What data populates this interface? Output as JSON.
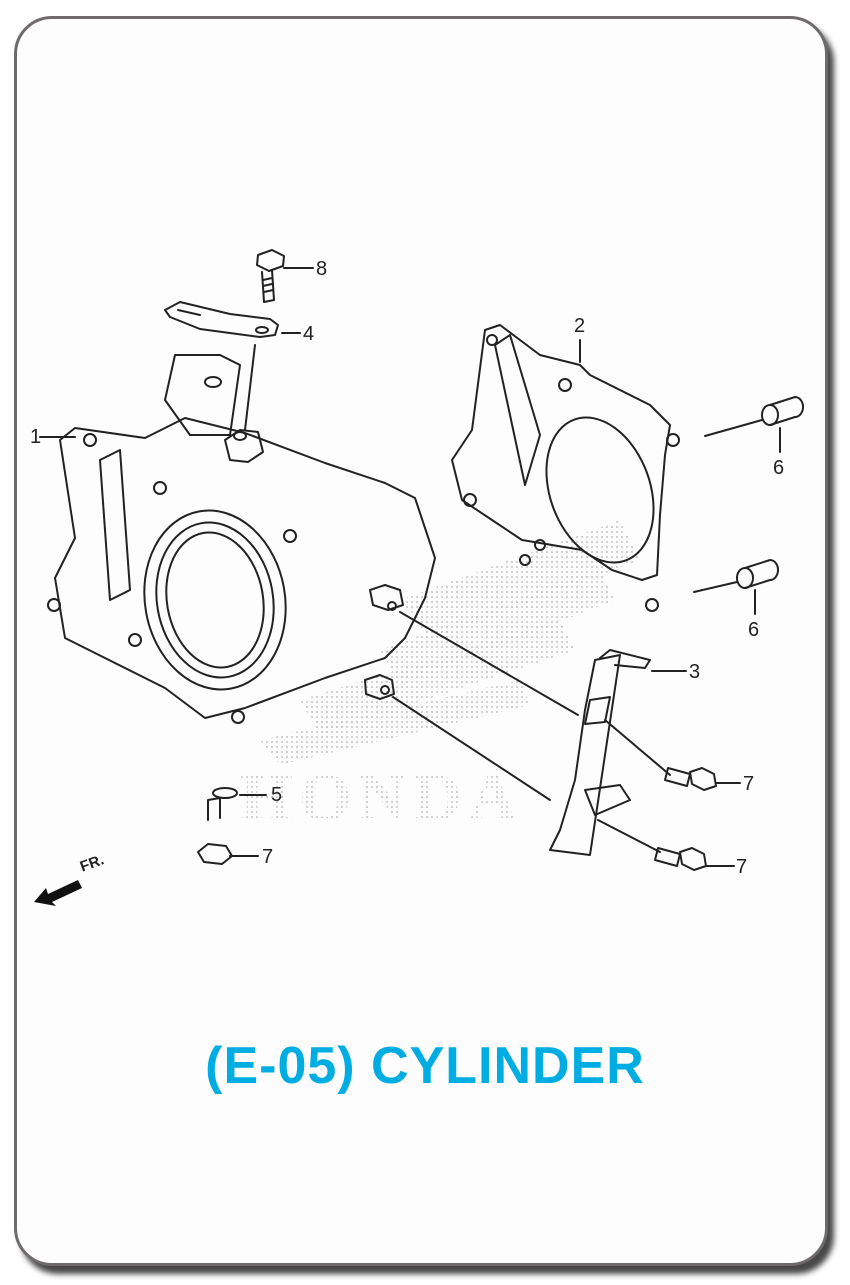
{
  "title": "(E-05) CYLINDER",
  "watermark": "HONDA",
  "direction_indicator": "FR.",
  "colors": {
    "title": "#00ade3",
    "border": "#6f6b6b",
    "shadow": "#3a3a3a",
    "line": "#222222"
  },
  "parts": [
    {
      "ref": "1",
      "name": "cylinder"
    },
    {
      "ref": "2",
      "name": "cylinder-gasket"
    },
    {
      "ref": "3",
      "name": "clip-stay"
    },
    {
      "ref": "4",
      "name": "bracket-plate"
    },
    {
      "ref": "5",
      "name": "washer"
    },
    {
      "ref": "6",
      "name": "dowel-pin"
    },
    {
      "ref": "7",
      "name": "flange-bolt"
    },
    {
      "ref": "8",
      "name": "bolt"
    }
  ],
  "callouts": {
    "c1": "1",
    "c2": "2",
    "c3": "3",
    "c4": "4",
    "c5": "5",
    "c6a": "6",
    "c6b": "6",
    "c7a": "7",
    "c7b": "7",
    "c7c": "7",
    "c8": "8"
  }
}
